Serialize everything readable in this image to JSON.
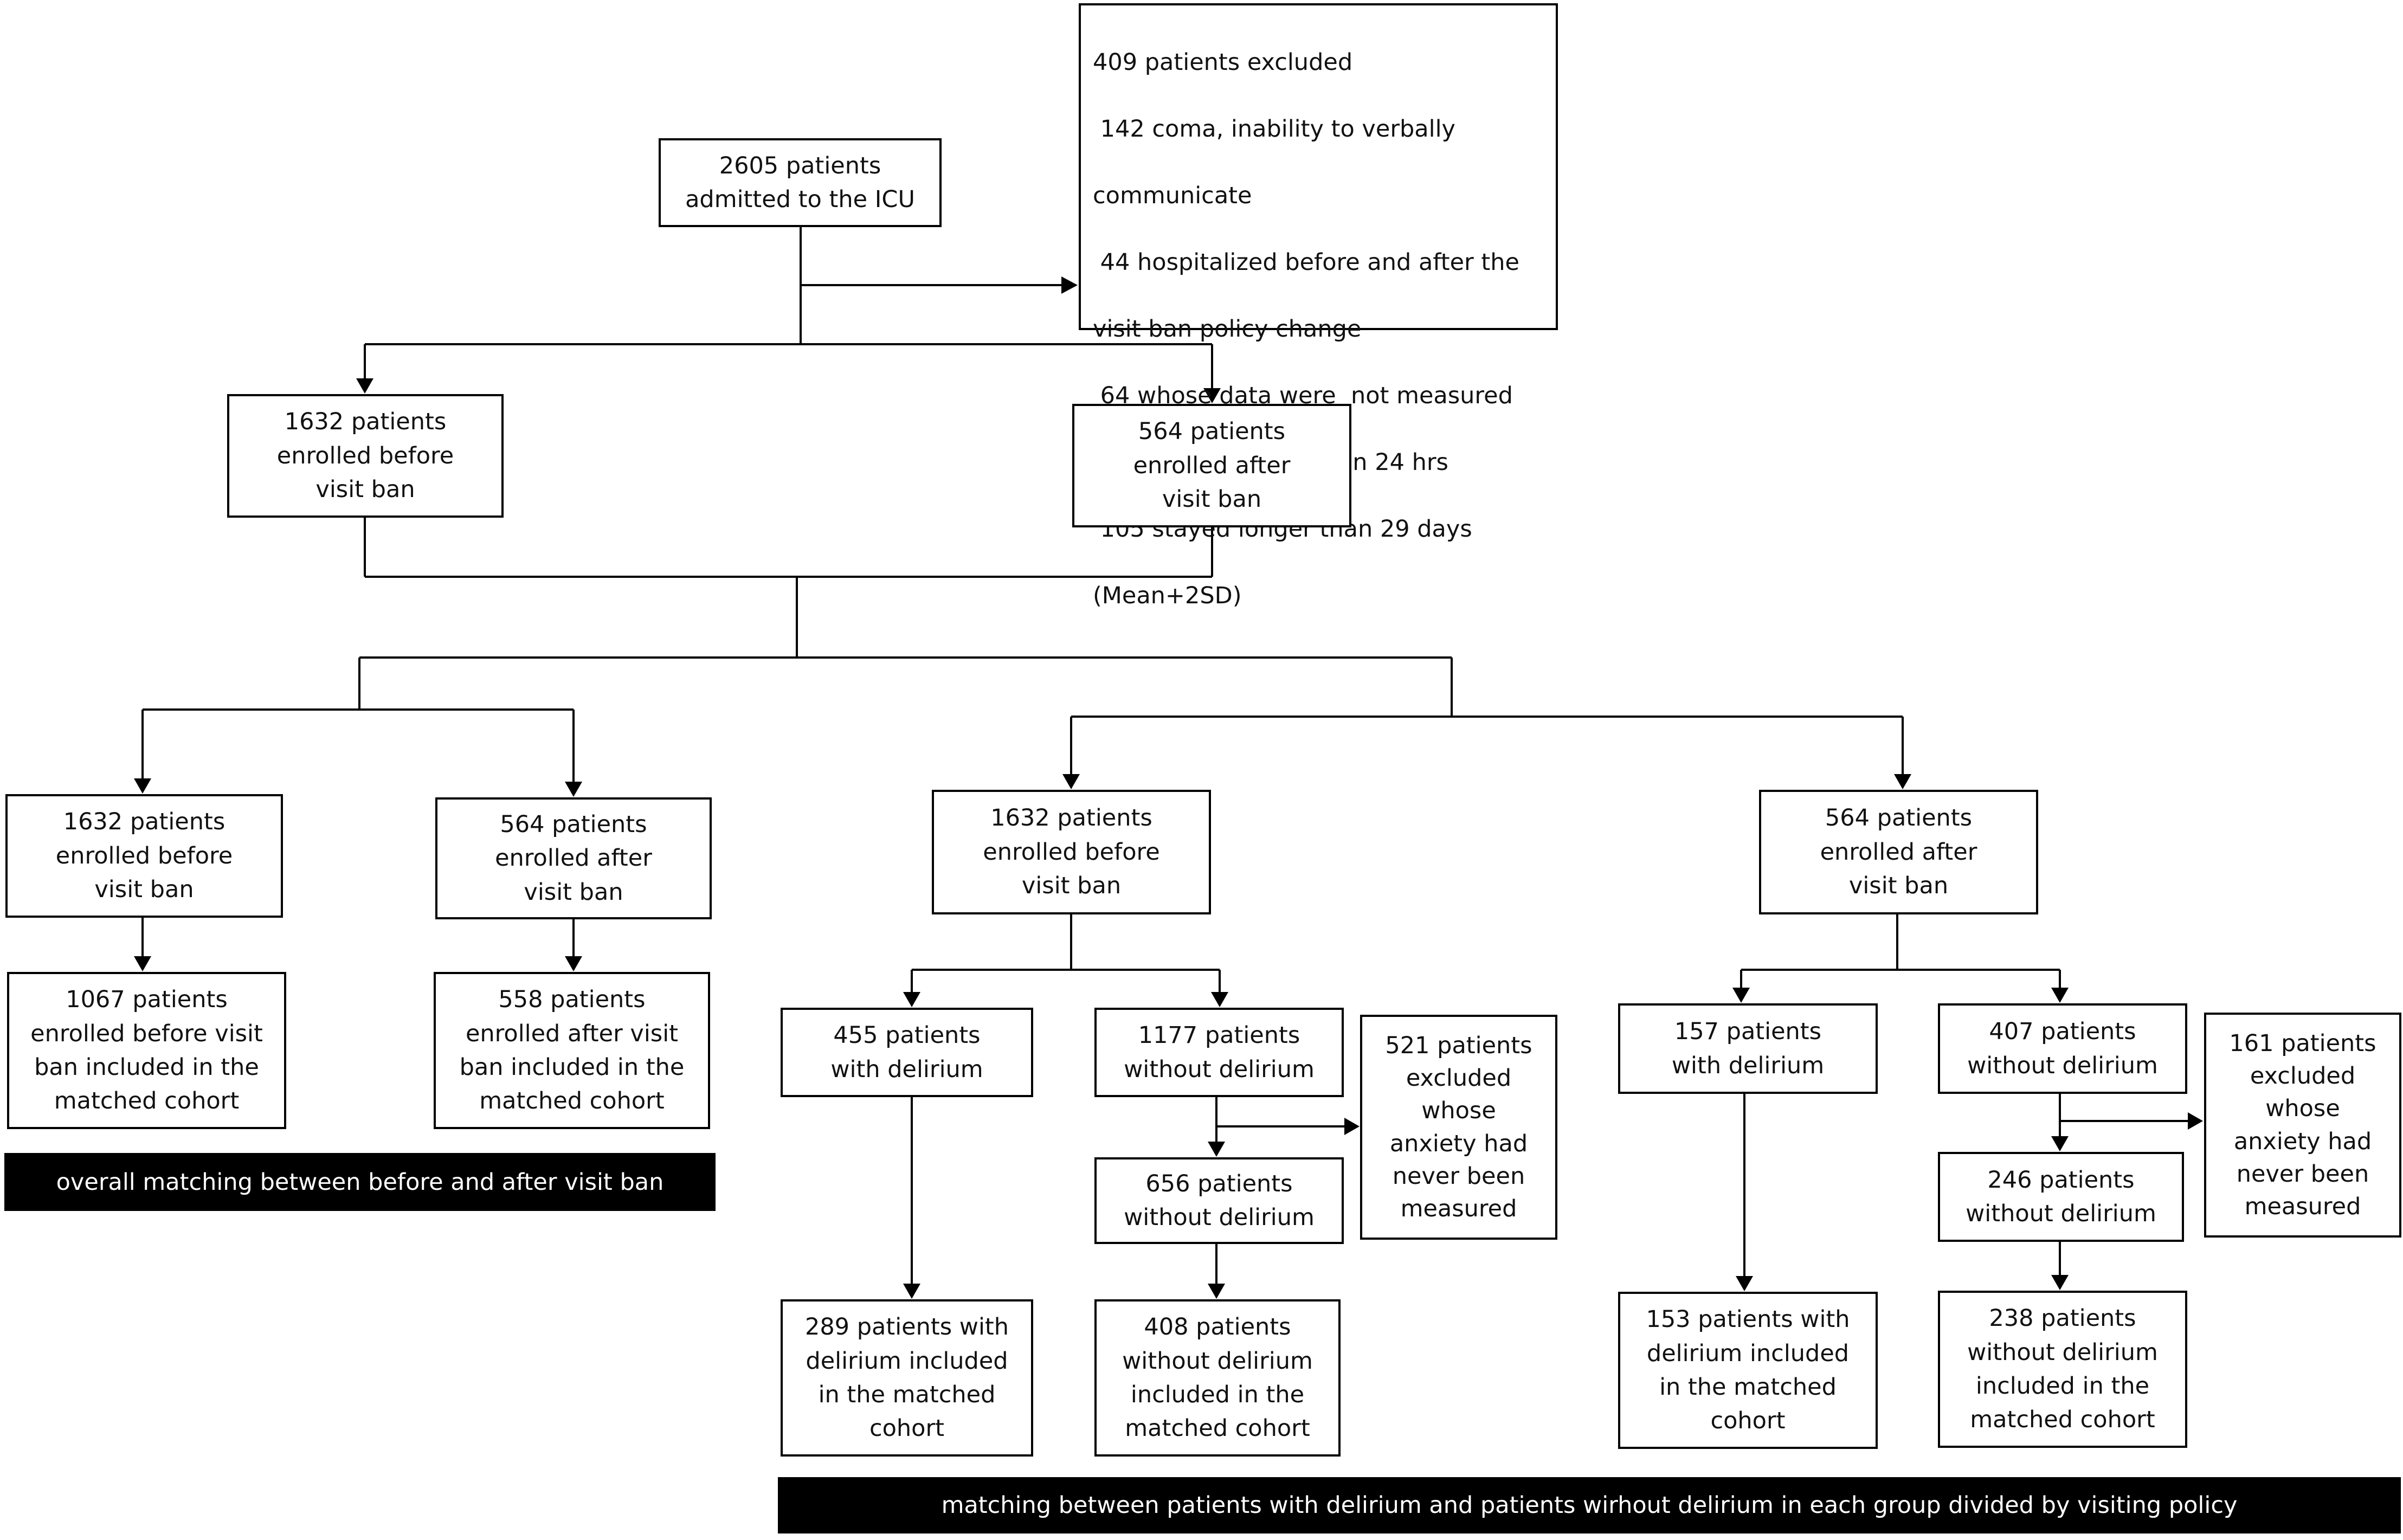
{
  "admitted": "2605 patients\nadmitted to the ICU",
  "excluded": {
    "lines": [
      "409 patients excluded",
      " 142 coma, inability to verbally",
      "communicate",
      " 44 hospitalized before and after the",
      "visit ban policy change",
      " 64 whose data were  not measured",
      " 54 stayed shorter than 24 hrs",
      " 105 stayed longer than 29 days",
      "(Mean+2SD)"
    ]
  },
  "level1": {
    "before": "1632 patients\nenrolled before\nvisit ban",
    "after": "564 patients\nenrolled after\nvisit ban"
  },
  "overall": {
    "before": "1632 patients\nenrolled before\nvisit ban",
    "after": "564 patients\nenrolled after\nvisit ban",
    "before_matched": "1067 patients\nenrolled before visit\nban included in the\nmatched cohort",
    "after_matched": "558 patients\nenrolled after visit\nban included in the\nmatched cohort",
    "banner": "overall matching between before and after visit ban"
  },
  "before_group": {
    "header": "1632 patients\nenrolled before\nvisit ban",
    "with_delirium": "455 patients\nwith delirium",
    "without_delirium": "1177 patients\nwithout delirium",
    "excluded": "521 patients\nexcluded\nwhose\nanxiety had\nnever been\nmeasured",
    "without_delirium_remaining": "656 patients\nwithout delirium",
    "with_delirium_matched": "289 patients with\ndelirium included\nin the matched\ncohort",
    "without_delirium_matched": "408 patients\nwithout delirium\nincluded in the\nmatched cohort"
  },
  "after_group": {
    "header": "564 patients\nenrolled after\nvisit ban",
    "with_delirium": "157 patients\nwith delirium",
    "without_delirium": "407 patients\nwithout delirium",
    "excluded": "161 patients\nexcluded\nwhose\nanxiety had\nnever been\nmeasured",
    "without_delirium_remaining": "246 patients\nwithout delirium",
    "with_delirium_matched": "153 patients with\ndelirium included\nin the matched\ncohort",
    "without_delirium_matched": "238 patients\nwithout delirium\nincluded in the\nmatched cohort"
  },
  "delirium_banner": "matching between patients with delirium and patients wirhout delirium in each group divided by visiting policy"
}
